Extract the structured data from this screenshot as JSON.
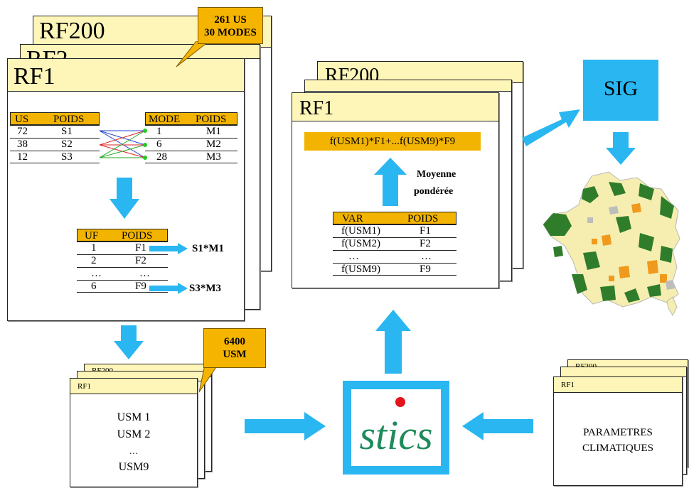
{
  "left_stack": {
    "back_title": "RF200",
    "mid_title": "RF2",
    "front_title": "RF1",
    "callout": [
      "261 US",
      "30 MODES"
    ],
    "us_table": {
      "headers": [
        "US",
        "POIDS"
      ],
      "rows": [
        [
          "72",
          "S1"
        ],
        [
          "38",
          "S2"
        ],
        [
          "12",
          "S3"
        ]
      ]
    },
    "mode_table": {
      "headers": [
        "MODE",
        "POIDS"
      ],
      "rows": [
        [
          "1",
          "M1"
        ],
        [
          "6",
          "M2"
        ],
        [
          "28",
          "M3"
        ]
      ]
    },
    "uf_table": {
      "headers": [
        "UF",
        "POIDS"
      ],
      "rows": [
        [
          "1",
          "F1"
        ],
        [
          "2",
          "F2"
        ],
        [
          "…",
          "…"
        ],
        [
          "6",
          "F9"
        ]
      ]
    },
    "products": [
      "S1*M1",
      "S3*M3"
    ]
  },
  "usm_stack": {
    "back_title": "RF200",
    "front_title": "RF1",
    "callout": [
      "6400",
      "USM"
    ],
    "lines": [
      "USM 1",
      "USM 2",
      "…",
      "USM9"
    ]
  },
  "center_stack": {
    "back_title": "RF200",
    "front_title": "RF1",
    "formula": "f(USM1)*F1+...f(USM9)*F9",
    "caption": [
      "Moyenne",
      "pondérée"
    ],
    "var_table": {
      "headers": [
        "VAR",
        "POIDS"
      ],
      "rows": [
        [
          "f(USM1)",
          "F1"
        ],
        [
          "f(USM2)",
          "F2"
        ],
        [
          "…",
          "…"
        ],
        [
          "f(USM9)",
          "F9"
        ]
      ]
    }
  },
  "sig": {
    "label": "SIG"
  },
  "stics": {
    "logo": "stics"
  },
  "clim_stack": {
    "back_title": "RF200",
    "front_title": "RF1",
    "lines": [
      "PARAMETRES",
      "CLIMATIQUES"
    ]
  },
  "colors": {
    "arrow": "#29b6f1",
    "header": "#fdf6b8",
    "highlight": "#f3b400",
    "map_land": "#f5eeb0",
    "map_forest": "#2f7d2a",
    "map_orange": "#ef9a1c"
  }
}
